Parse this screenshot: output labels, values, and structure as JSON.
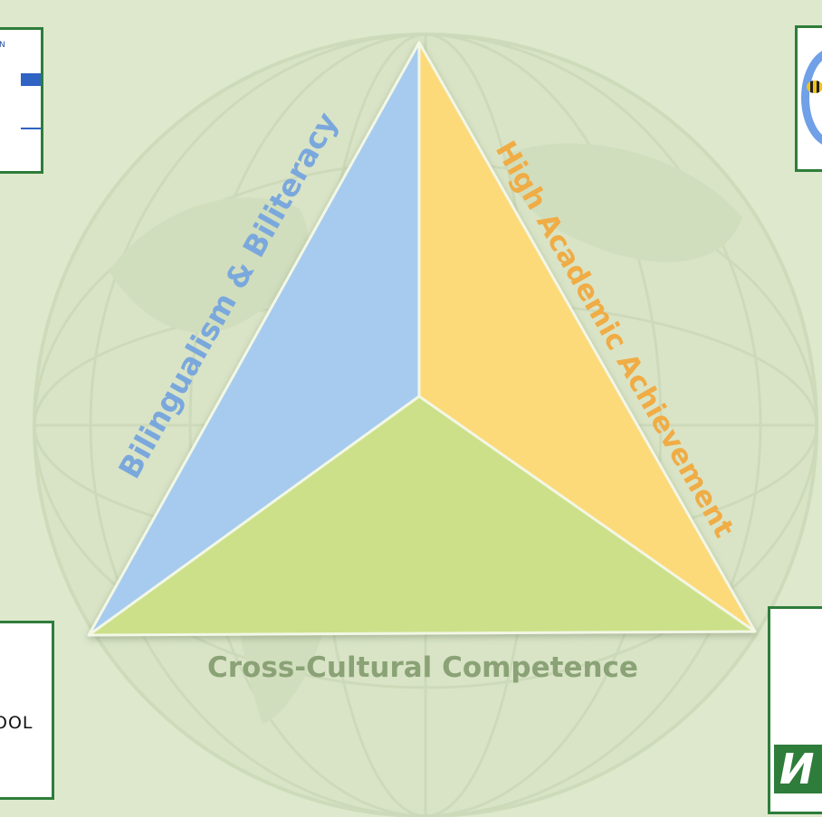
{
  "diagram": {
    "sides": {
      "left": "Bilingualism & Biliteracy",
      "right": "High Academic Achievement",
      "bottom": "Cross-Cultural Competence"
    },
    "colors": {
      "left_face": "#a6cbef",
      "right_face": "#fcda7a",
      "bottom_face": "#cce08a",
      "left_label": "#7aa8dd",
      "right_label": "#f0ac45",
      "bottom_label": "#8aa276",
      "background": "#dde8cc",
      "logo_border": "#2e7d3a"
    }
  },
  "logos": {
    "top_left": {
      "partial_text": "N"
    },
    "bottom_left": {
      "partial_text": "OOL"
    },
    "top_right": {
      "icon": "bee-icon"
    },
    "bottom_right": {
      "partial_text": "И"
    }
  }
}
